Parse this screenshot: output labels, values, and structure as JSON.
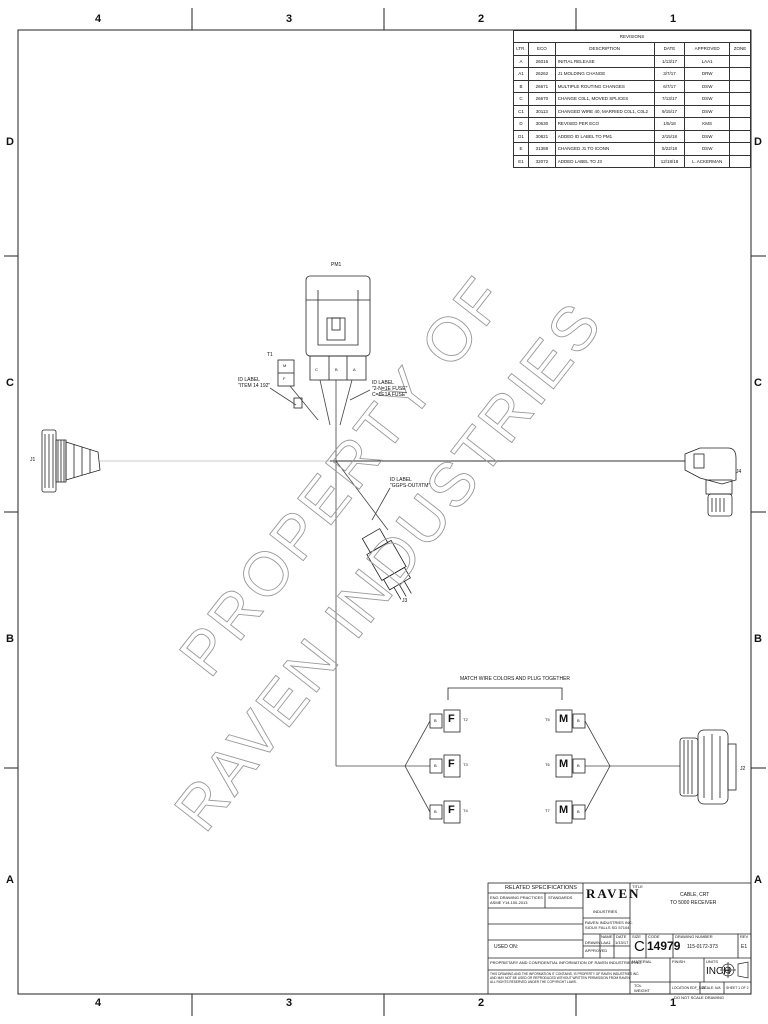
{
  "zones": {
    "columns": [
      "4",
      "3",
      "2",
      "1"
    ],
    "rows": [
      "D",
      "C",
      "B",
      "A"
    ]
  },
  "revisions": {
    "title": "REVISIONS",
    "headers": [
      "LTR.",
      "ECO",
      "DESCRIPTION",
      "DATE",
      "APPROVED",
      "ZONE"
    ],
    "rows": [
      {
        "ltr": "A",
        "eco": "26016",
        "desc": "INITIAL RELEASE",
        "date": "1/13/17",
        "approved": "LAA1",
        "zone": ""
      },
      {
        "ltr": "A1",
        "eco": "26262",
        "desc": "J1 MOLDING CHANGE",
        "date": "3/7/17",
        "approved": "DRW",
        "zone": ""
      },
      {
        "ltr": "B",
        "eco": "26671",
        "desc": "MULTIPLE ROUTING CHANGES",
        "date": "6/7/17",
        "approved": "DSW",
        "zone": ""
      },
      {
        "ltr": "C",
        "eco": "26670",
        "desc": "CHANGE C0L1, MOVED SPLICES",
        "date": "7/13/17",
        "approved": "DSW",
        "zone": ""
      },
      {
        "ltr": "C1",
        "eco": "30113",
        "desc": "CHANGED WIRE 40, MARRIED C0L1, C0L2",
        "date": "9/15/17",
        "approved": "DSW",
        "zone": ""
      },
      {
        "ltr": "D",
        "eco": "30630",
        "desc": "REVISED PER ECO",
        "date": "1/5/18",
        "approved": "KMS",
        "zone": ""
      },
      {
        "ltr": "D1",
        "eco": "30821",
        "desc": "ADDED ID LABEL TO PM1",
        "date": "2/15/18",
        "approved": "DSW",
        "zone": ""
      },
      {
        "ltr": "E",
        "eco": "31388",
        "desc": "CHANGED J1 TO ICONN",
        "date": "5/22/18",
        "approved": "DSW",
        "zone": ""
      },
      {
        "ltr": "E1",
        "eco": "32072",
        "desc": "ADDED LABEL TO J3",
        "date": "12/18/18",
        "approved": "L. ACKERMAN",
        "zone": ""
      }
    ]
  },
  "watermark": {
    "line1": "PROPERTY OF",
    "line2": "RAVEN INDUSTRIES"
  },
  "diagram": {
    "pm1": "PM1",
    "pm1_pins": [
      "C",
      "B",
      "A"
    ],
    "t1": "T1",
    "t1_pins": [
      "M",
      "F"
    ],
    "id_label_left": "ID LABEL\n\"ITEM 14 192\"",
    "id_label_right": "ID LABEL\n\"2-N=1E FUSE\"\nC=1E1A FUSE\"",
    "id_label_j3": "ID LABEL\n\"GGPS-OUT/ITM\"",
    "j1": "J1",
    "j3": "J3",
    "j4": "J4",
    "j2": "J2",
    "match_note": "MATCH WIRE COLORS AND PLUG TOGETHER",
    "female": [
      {
        "pin": "F",
        "id": "T2",
        "cap": "B"
      },
      {
        "pin": "F",
        "id": "T3",
        "cap": "B"
      },
      {
        "pin": "F",
        "id": "T4",
        "cap": "B"
      }
    ],
    "male": [
      {
        "pin": "M",
        "id": "T5",
        "cap": "B"
      },
      {
        "pin": "M",
        "id": "T6",
        "cap": "B"
      },
      {
        "pin": "M",
        "id": "T7",
        "cap": "B"
      }
    ]
  },
  "title_block": {
    "related_specs": "RELATED SPECIFICATIONS",
    "spec_col1": "ENG DRAWING PRACTICES\nASME Y14.100-2013",
    "spec_col2": "STANDARDS",
    "brand": "RAVEN",
    "brand_sub": "INDUSTRIES",
    "company_line1": "RAVEN INDUSTRIES INC.",
    "company_line2": "SIOUX FALLS SD 57104",
    "title_label": "TITLE",
    "title_line1": "CABLE, CRT",
    "title_line2": "TO 5000 RECEIVER",
    "name_label": "NAME",
    "date_label": "DATE",
    "drawn_label": "DRAWN",
    "drawn_name": "LAA1",
    "drawn_date": "1/13/17",
    "approved_label": "APPROVED",
    "used_on": "USED ON:",
    "size_label": "SIZE",
    "size": "C",
    "code_label": "CODE",
    "code": "14979",
    "dwg_no_label": "DRAWING NUMBER",
    "dwg_no": "115-0172-373",
    "rev_label": "REV",
    "rev": "E1",
    "material_label": "MATERIAL",
    "finish_label": "FINISH",
    "units_label": "UNITS",
    "units": "INCH",
    "proprietary": "PROPRIETARY AND CONFIDENTIAL INFORMATION OF RAVEN INDUSTRIES INC.",
    "legal": "THIS DRAWING AND THE INFORMATION IT CONTAINS, IS PROPERTY OF RAVEN INDUSTRIES INC.\nAND MAY NOT BE USED OR REPRODUCED WITHOUT WRITTEN PERMISSION FROM RAVEN.\nALL RIGHTS RESERVED UNDER THE COPYRIGHT LAWS.",
    "tol_label": "TOL",
    "weight_label": "WEIGHT",
    "location": "LOCATION EDF_SIZE",
    "scale": "SCALE: N/A",
    "sheet": "SHEET 1 OF 2",
    "do_not_scale": "DO NOT SCALE DRAWING"
  }
}
